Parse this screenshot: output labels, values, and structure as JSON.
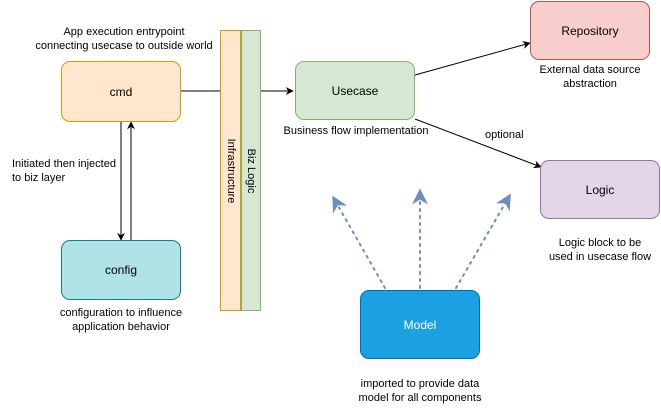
{
  "nodes": {
    "cmd": {
      "label": "cmd",
      "fill": "#ffe6cc",
      "stroke": "#d79b00"
    },
    "config": {
      "label": "config",
      "fill": "#b0e3e6",
      "stroke": "#0e8088"
    },
    "usecase": {
      "label": "Usecase",
      "fill": "#d5e8d4",
      "stroke": "#82b366"
    },
    "repository": {
      "label": "Repository",
      "fill": "#f8cecc",
      "stroke": "#b85450"
    },
    "logic": {
      "label": "Logic",
      "fill": "#e1d5e7",
      "stroke": "#9673a6"
    },
    "model": {
      "label": "Model",
      "fill": "#1ba1e2",
      "stroke": "#006eaf"
    }
  },
  "layers": {
    "infrastructure": {
      "label": "Infrastructure",
      "fill": "#ffe6cc",
      "stroke": "#d79b00"
    },
    "biz_logic": {
      "label": "Biz Logic",
      "fill": "#d5e8d4",
      "stroke": "#82b366"
    }
  },
  "captions": {
    "cmd_caption": [
      "App execution entrypoint",
      "connecting usecase to outside world"
    ],
    "injected_caption": [
      "Initiated then injected",
      "to biz layer"
    ],
    "config_caption": [
      "configuration to influence",
      "application behavior"
    ],
    "usecase_caption": [
      "Business flow implementation"
    ],
    "repository_caption": [
      "External data source",
      "abstraction"
    ],
    "logic_caption": [
      "Logic block to be",
      "used in usecase flow"
    ],
    "model_caption": [
      "imported to provide data",
      "model for all components"
    ]
  },
  "edge_labels": {
    "optional": "optional"
  },
  "colors": {
    "edge": "#000000",
    "dotted_edge": "#6c8ebf"
  }
}
